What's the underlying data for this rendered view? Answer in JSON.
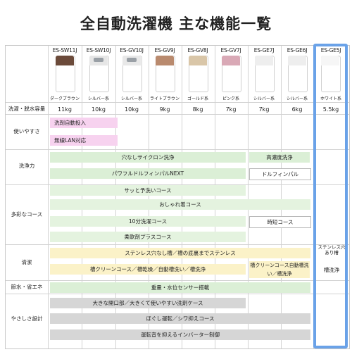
{
  "title": "全自動洗濯機 主な機能一覧",
  "colors": {
    "highlight": "#6aa2e8",
    "green": "#dbefd6",
    "pink": "#f7d2ef",
    "yellow": "#fbf2c8",
    "gray": "#d6d6d6"
  },
  "models": [
    {
      "name": "ES-SW11J",
      "color": "ダークブラウン",
      "capacity": "11kg",
      "lid": "#6b4a3a"
    },
    {
      "name": "ES-SW10J",
      "color": "シルバー系",
      "capacity": "10kg",
      "lid": "#e6e6e6"
    },
    {
      "name": "ES-GV10J",
      "color": "シルバー系",
      "capacity": "10kg",
      "lid": "#e8e8e8"
    },
    {
      "name": "ES-GV9J",
      "color": "ライトブラウン",
      "capacity": "9kg",
      "lid": "#b98a6e"
    },
    {
      "name": "ES-GV8J",
      "color": "ゴールド系",
      "capacity": "8kg",
      "lid": "#d9c6a8"
    },
    {
      "name": "ES-GV7J",
      "color": "ピンク系",
      "capacity": "7kg",
      "lid": "#d9a9b6"
    },
    {
      "name": "ES-GE7J",
      "color": "シルバー系",
      "capacity": "7kg",
      "lid": "#eeeeee"
    },
    {
      "name": "ES-GE6J",
      "color": "シルバー系",
      "capacity": "6kg",
      "lid": "#eeeeee"
    },
    {
      "name": "ES-GE5J",
      "color": "ホワイト系",
      "capacity": "5.5kg",
      "lid": "#f6f6f6"
    }
  ],
  "categories": {
    "capacity": "洗濯・脱水容量",
    "ease": "使いやすさ",
    "wash_power": "洗浄力",
    "courses": "多彩なコース",
    "clean": "清潔",
    "eco": "節水・省エネ",
    "gentle": "やさしさ設計"
  },
  "features": {
    "detergent": "洗剤自動投入",
    "lan": "無線LAN対応",
    "cyclone": "穴なしサイクロン洗浄",
    "high_conc": "高濃度洗浄",
    "dolphin_next": "パワフルドルフィンパルNEXT",
    "dolphin": "ドルフィンパル",
    "quick": "サッと予洗いコース",
    "oshare": "おしゃれ着コース",
    "ten_min": "10分洗濯コース",
    "jitan": "時短コース",
    "softener": "柔軟剤プラスコース",
    "stainless": "ステンレス穴なし槽／槽の底裏までステンレス",
    "stainless_hole": "ステンレス穴あり槽",
    "tub_clean_full": "槽クリーンコース／槽乾燥／自動槽洗い／槽洗浄",
    "tub_clean_mid": "槽クリーンコース自動槽洗い／槽洗浄",
    "tub_wash": "槽洗浄",
    "sensor": "重量・水位センサー搭載",
    "big_opening": "大きな開口部／大きくて使いやすい洗剤ケース",
    "untangle": "ほぐし運転／シワ抑えコース",
    "inverter": "運転音を抑えるインバーター制御"
  }
}
